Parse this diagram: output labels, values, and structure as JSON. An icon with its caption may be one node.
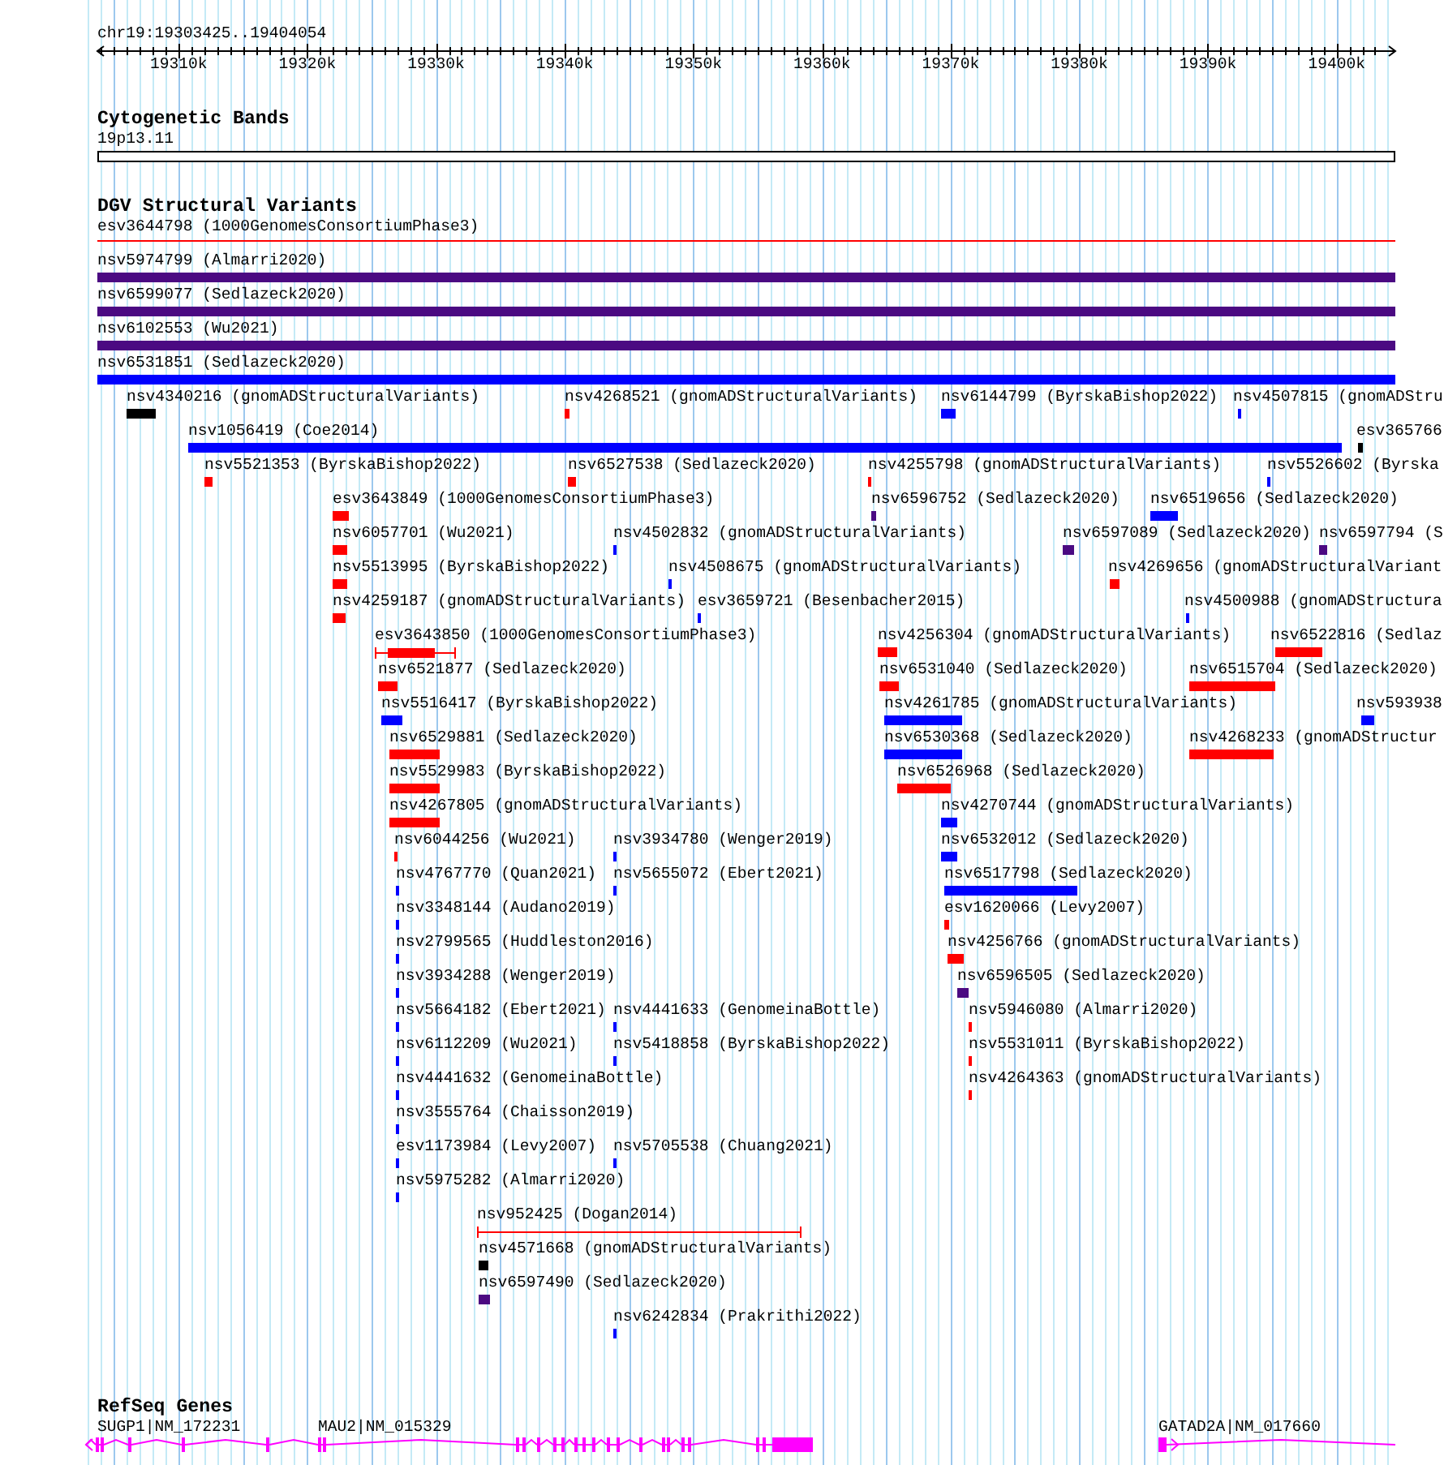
{
  "diagram": {
    "labels": [
      "chr19:19303425..19404054",
      "19310k",
      "19320k",
      "19330k",
      "19340k",
      "19350k",
      "19360k",
      "19370k",
      "19380k",
      "19390k",
      "19400k",
      "Cytogenetic Bands",
      "19p13.11",
      "DGV Structural Variants",
      "esv3644798 (1000GenomesConsortiumPhase3)",
      "nsv5974799 (Almarri2020)",
      "nsv6599077 (Sedlazeck2020)",
      "nsv6102553 (Wu2021)",
      "nsv6531851 (Sedlazeck2020)",
      "nsv4340216 (gnomADStructuralVariants)",
      "nsv4268521 (gnomADStructuralVariants)",
      "nsv6144799 (ByrskaBishop2022)",
      "nsv4507815 (gnomADStru",
      "nsv1056419 (Coe2014)",
      "esv365766",
      "nsv5521353 (ByrskaBishop2022)",
      "nsv6527538 (Sedlazeck2020)",
      "nsv4255798 (gnomADStructuralVariants)",
      "nsv5526602 (Byrska",
      "esv3643849 (1000GenomesConsortiumPhase3)",
      "nsv6596752 (Sedlazeck2020)",
      "nsv6519656 (Sedlazeck2020)",
      "nsv6057701 (Wu2021)",
      "nsv4502832 (gnomADStructuralVariants)",
      "nsv6597089 (Sedlazeck2020)",
      "nsv6597794 (S",
      "nsv5513995 (ByrskaBishop2022)",
      "nsv4508675 (gnomADStructuralVariants)",
      "nsv4269656 (gnomADStructuralVariant",
      "nsv4259187 (gnomADStructuralVariants)",
      "esv3659721 (Besenbacher2015)",
      "nsv4500988 (gnomADStructura",
      "esv3643850 (1000GenomesConsortiumPhase3)",
      "nsv4256304 (gnomADStructuralVariants)",
      "nsv6522816 (Sedlaz",
      "nsv6521877 (Sedlazeck2020)",
      "nsv6531040 (Sedlazeck2020)",
      "nsv6515704 (Sedlazeck2020)",
      "nsv5516417 (ByrskaBishop2022)",
      "nsv4261785 (gnomADStructuralVariants)",
      "nsv593938",
      "nsv6529881 (Sedlazeck2020)",
      "nsv6530368 (Sedlazeck2020)",
      "nsv4268233 (gnomADStructur",
      "nsv5529983 (ByrskaBishop2022)",
      "nsv6526968 (Sedlazeck2020)",
      "nsv4267805 (gnomADStructuralVariants)",
      "nsv4270744 (gnomADStructuralVariants)",
      "nsv6044256 (Wu2021)",
      "nsv3934780 (Wenger2019)",
      "nsv6532012 (Sedlazeck2020)",
      "nsv4767770 (Quan2021)",
      "nsv5655072 (Ebert2021)",
      "nsv6517798 (Sedlazeck2020)",
      "nsv3348144 (Audano2019)",
      "esv1620066 (Levy2007)",
      "nsv2799565 (Huddleston2016)",
      "nsv4256766 (gnomADStructuralVariants)",
      "nsv3934288 (Wenger2019)",
      "nsv6596505 (Sedlazeck2020)",
      "nsv5664182 (Ebert2021)",
      "nsv4441633 (GenomeinaBottle)",
      "nsv5946080 (Almarri2020)",
      "nsv6112209 (Wu2021)",
      "nsv5418858 (ByrskaBishop2022)",
      "nsv5531011 (ByrskaBishop2022)",
      "nsv4441632 (GenomeinaBottle)",
      "nsv4264363 (gnomADStructuralVariants)",
      "nsv3555764 (Chaisson2019)",
      "esv1173984 (Levy2007)",
      "nsv5705538 (Chuang2021)",
      "nsv5975282 (Almarri2020)",
      "nsv952425 (Dogan2014)",
      "nsv4571668 (gnomADStructuralVariants)",
      "nsv6597490 (Sedlazeck2020)",
      "nsv6242834 (Prakrithi2022)",
      "RefSeq Genes",
      "SUGP1|NM_172231",
      "MAU2|NM_015329",
      "GATAD2A|NM_017660"
    ]
  }
}
